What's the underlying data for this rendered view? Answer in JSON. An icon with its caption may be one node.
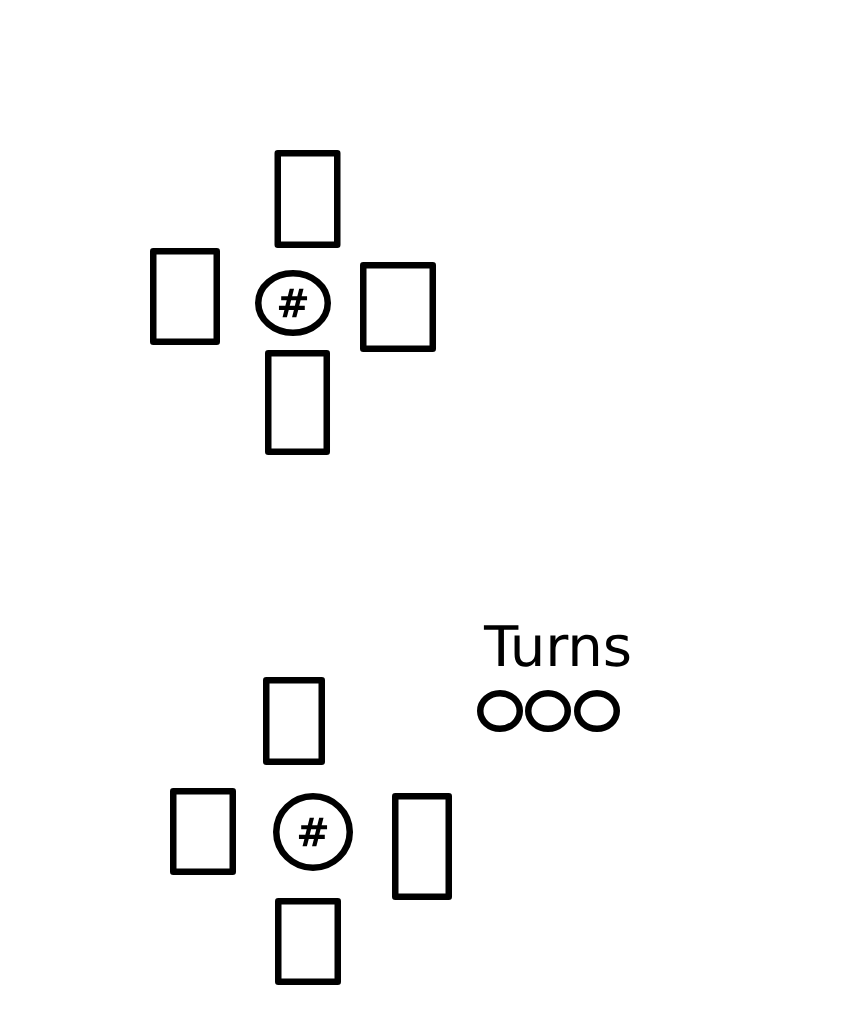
{
  "diagram": {
    "nodes": [
      {
        "text": [],
        "shape": "box"
      },
      {
        "text": [],
        "shape": "box"
      },
      {
        "text": [
          "#"
        ]
      },
      {
        "text": [],
        "shape": "box"
      },
      {
        "text": [],
        "shape": "box"
      },
      {
        "text": [],
        "shape": "box"
      },
      {
        "text": [],
        "shape": "box"
      },
      {
        "text": [
          "#"
        ]
      },
      {
        "text": [],
        "shape": "box"
      },
      {
        "text": [],
        "shape": "box"
      },
      {
        "text": [],
        "shape": "circle"
      },
      {
        "text": [],
        "shape": "circle"
      },
      {
        "text": [],
        "shape": "circle"
      }
    ],
    "labels": [
      "Turns"
    ]
  }
}
